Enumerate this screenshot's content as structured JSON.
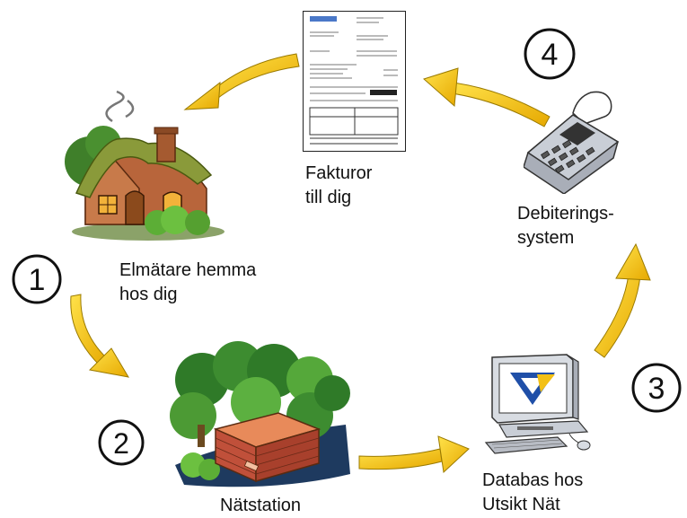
{
  "steps": [
    {
      "number": "1",
      "label_line1": "Elmätare hemma",
      "label_line2": "hos dig",
      "icon": "house-icon"
    },
    {
      "number": "2",
      "label_line1": "Nätstation",
      "icon": "substation-icon"
    },
    {
      "number": "3",
      "label_line1": "Databas hos",
      "label_line2": "Utsikt Nät",
      "icon": "computer-icon"
    },
    {
      "number": "4",
      "label_line1": "Debiterings-",
      "label_line2": "system",
      "icon": "calculator-icon"
    }
  ],
  "invoice": {
    "label_line1": "Fakturor",
    "label_line2": "till dig",
    "icon": "invoice-document-icon"
  },
  "colors": {
    "arrow_fill": "#f6c610",
    "arrow_stroke": "#9a7a00",
    "text": "#111111"
  }
}
